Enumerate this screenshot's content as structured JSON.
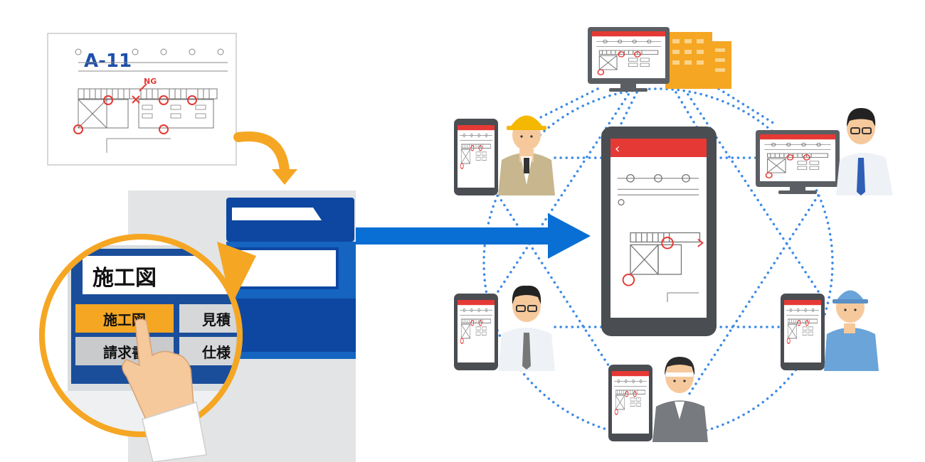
{
  "blueprint": {
    "sheet_label": "A-11",
    "ng_label": "NG"
  },
  "panel": {
    "display_text": "施工図",
    "buttons": [
      {
        "label": "施工図",
        "state": "selected"
      },
      {
        "label": "見積",
        "state": "normal"
      },
      {
        "label": "請求書",
        "state": "normal"
      },
      {
        "label": "仕様",
        "state": "normal"
      }
    ]
  },
  "colors": {
    "accent_orange": "#f5a623",
    "arrow_blue": "#0a6fd4",
    "copier_blue": "#0d47a1",
    "alert_red": "#e53935",
    "dots_blue": "#3d8be8"
  },
  "icons": {
    "back_glyph": "‹"
  }
}
